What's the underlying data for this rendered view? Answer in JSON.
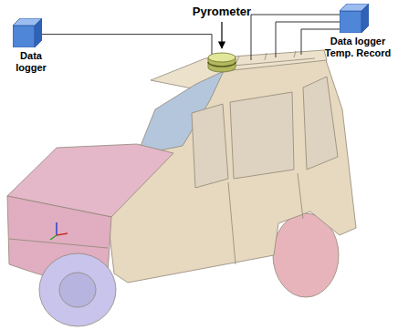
{
  "diagram": {
    "nodes": [
      {
        "text": [
          "Data logger"
        ]
      },
      {
        "text": [
          "Pyrometer"
        ]
      },
      {
        "text": [
          "Data logger Temp. Record"
        ]
      }
    ],
    "edges": [
      {
        "from": 0,
        "to": 1,
        "arrow": "none"
      }
    ]
  }
}
